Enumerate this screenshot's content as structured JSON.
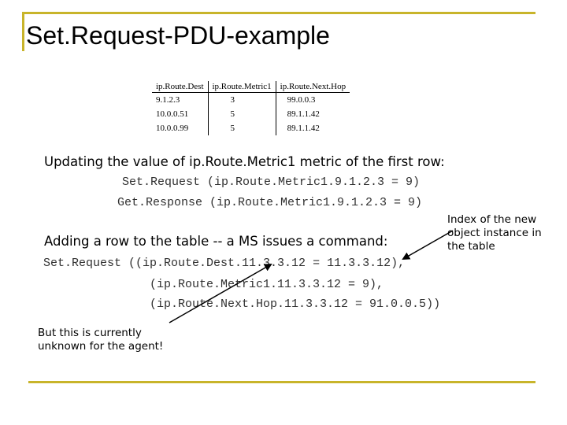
{
  "slide": {
    "title": "Set.Request-PDU-example",
    "table": {
      "headers": [
        "ip.Route.Dest",
        "ip.Route.Metric1",
        "ip.Route.Next.Hop"
      ],
      "rows": [
        [
          "9.1.2.3",
          "3",
          "99.0.0.3"
        ],
        [
          "10.0.0.51",
          "5",
          "89.1.1.42"
        ],
        [
          "10.0.0.99",
          "5",
          "89.1.1.42"
        ]
      ]
    },
    "update_heading": "Updating the value of ip.Route.Metric1 metric of the first row:",
    "set_request_line": "Set.Request (ip.Route.Metric1.9.1.2.3 = 9)",
    "get_response_line": "Get.Response (ip.Route.Metric1.9.1.2.3 = 9)",
    "add_row_heading": "Adding a row to the table -- a MS issues a command:",
    "cmd": {
      "l1_prefix": "Set.Request ((ip.Route.Dest.",
      "l1_index": "11.3.3.12",
      "l1_suffix": " = 11.3.3.12),",
      "l2_prefix": "(ip.Route.Metric1.",
      "l2_index": "11.3.3.12",
      "l2_suffix": " = 9),",
      "l3_prefix": "(ip.Route.Next.Hop.",
      "l3_index": "11.3.3.12",
      "l3_suffix": " = 91.0.0.5))"
    },
    "callout_index": [
      "Index of the new",
      "object instance in",
      "the table"
    ],
    "callout_unknown": [
      "But this is currently",
      "unknown for the agent!"
    ],
    "colors": {
      "accent": "#c8b42a",
      "text": "#000000"
    }
  }
}
